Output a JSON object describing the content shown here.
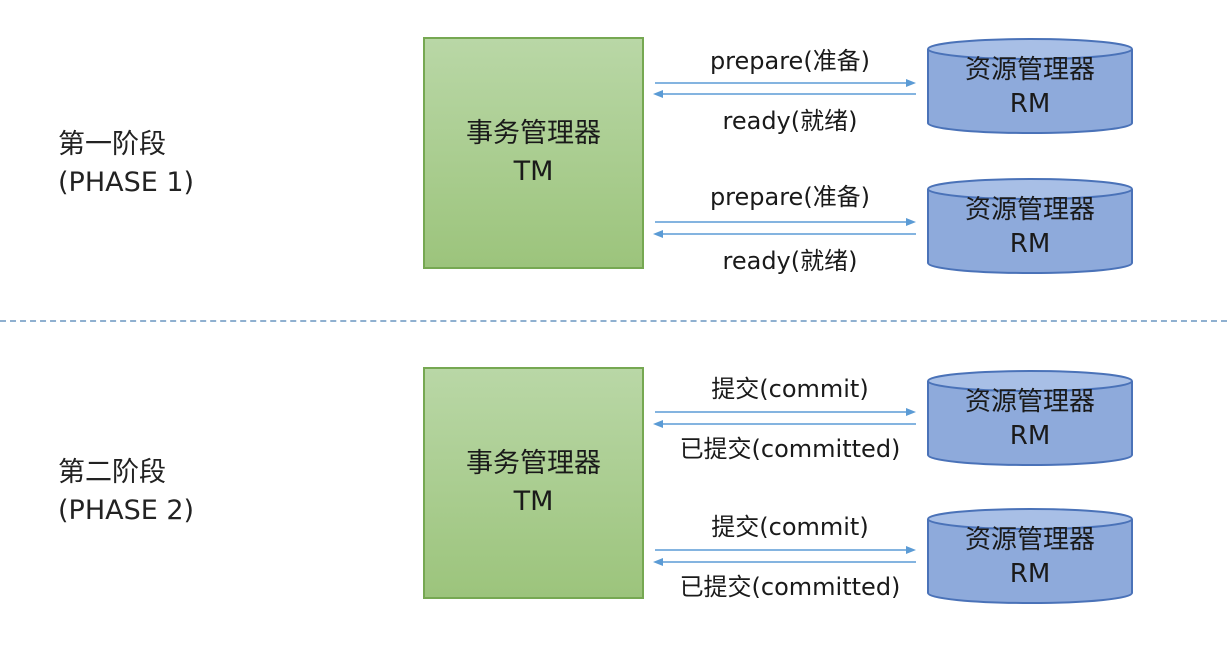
{
  "phases": [
    {
      "label_cn": "第一阶段",
      "label_en": "(PHASE 1)",
      "tm": {
        "name": "事务管理器",
        "abbr": "TM"
      },
      "pairs": [
        {
          "request": "prepare(准备)",
          "response": "ready(就绪)",
          "rm": {
            "name": "资源管理器",
            "abbr": "RM"
          }
        },
        {
          "request": "prepare(准备)",
          "response": "ready(就绪)",
          "rm": {
            "name": "资源管理器",
            "abbr": "RM"
          }
        }
      ]
    },
    {
      "label_cn": "第二阶段",
      "label_en": "(PHASE 2)",
      "tm": {
        "name": "事务管理器",
        "abbr": "TM"
      },
      "pairs": [
        {
          "request": "提交(commit)",
          "response": "已提交(committed)",
          "rm": {
            "name": "资源管理器",
            "abbr": "RM"
          }
        },
        {
          "request": "提交(commit)",
          "response": "已提交(committed)",
          "rm": {
            "name": "资源管理器",
            "abbr": "RM"
          }
        }
      ]
    }
  ],
  "colors": {
    "tm_fill": "#a9cd8d",
    "tm_border": "#76a852",
    "rm_fill": "#8eaadb",
    "rm_border": "#4a72b8",
    "arrow": "#5b9bd5",
    "divider": "#8fb0d0"
  }
}
